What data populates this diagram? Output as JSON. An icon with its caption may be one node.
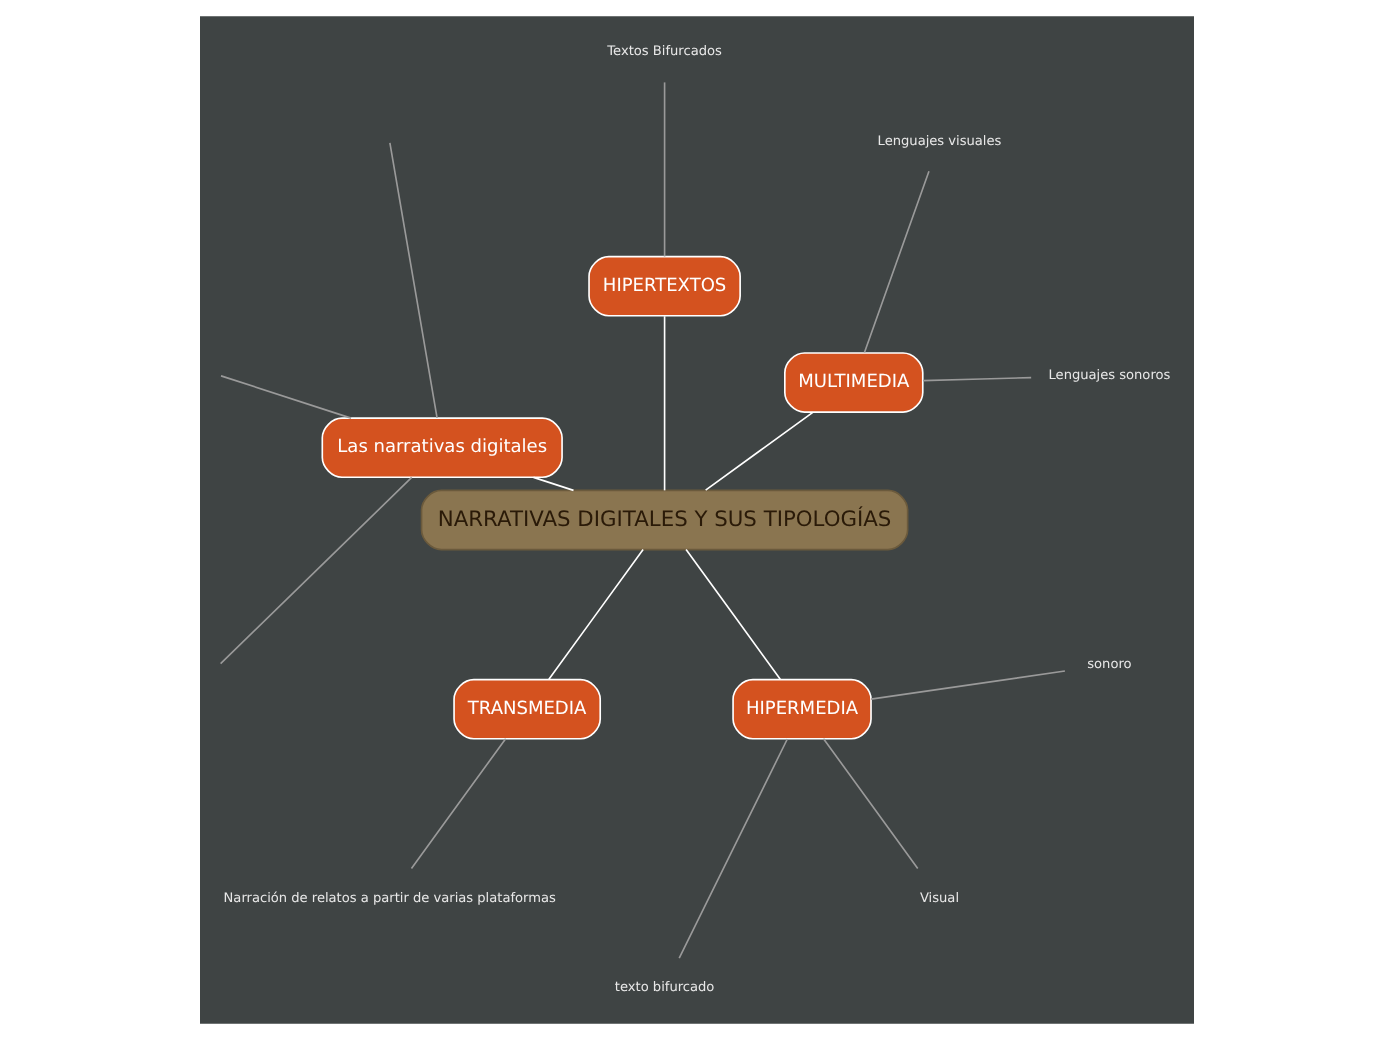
{
  "diagram": {
    "nodes": [
      {
        "text": [
          "NARRATIVAS DIGITALES Y SUS TIPOLOGÍAS"
        ]
      },
      {
        "text": [
          "MULTIMEDIA"
        ]
      },
      {
        "text": [
          "Lenguajes sonoros"
        ]
      },
      {
        "text": [
          "Lenguajes visuales"
        ]
      },
      {
        "text": [
          "HIPERTEXTOS"
        ]
      },
      {
        "text": [
          "Textos Bifurcados"
        ]
      },
      {
        "text": [
          "Las narrativas digitales"
        ]
      },
      {
        "text": [
          "TRANSMEDIA"
        ]
      },
      {
        "text": [
          "Narración de relatos a partir de varias plataformas"
        ]
      },
      {
        "text": [
          "HIPERMEDIA"
        ]
      },
      {
        "text": [
          "texto bifurcado"
        ]
      },
      {
        "text": [
          "Visual"
        ]
      },
      {
        "text": [
          "sonoro"
        ]
      }
    ],
    "edges": [
      {
        "from": 0,
        "to": 1,
        "arrow": "none",
        "color": "#ffffff"
      },
      {
        "from": 1,
        "to": 2,
        "arrow": "none"
      },
      {
        "from": 1,
        "to": 3,
        "arrow": "none"
      },
      {
        "from": 0,
        "to": 4,
        "arrow": "none",
        "color": "#ffffff"
      },
      {
        "from": 4,
        "to": 5,
        "arrow": "none"
      },
      {
        "from": 0,
        "to": 6,
        "arrow": "none",
        "color": "#ffffff"
      },
      {
        "from": 6,
        "to": null,
        "arrow": "none"
      },
      {
        "from": 6,
        "to": null,
        "arrow": "none"
      },
      {
        "from": 6,
        "to": null,
        "arrow": "none"
      },
      {
        "from": 0,
        "to": 7,
        "arrow": "none",
        "color": "#ffffff"
      },
      {
        "from": 7,
        "to": 8,
        "arrow": "none"
      },
      {
        "from": 0,
        "to": 9,
        "arrow": "none",
        "color": "#ffffff"
      },
      {
        "from": 9,
        "to": 10,
        "arrow": "none"
      },
      {
        "from": 9,
        "to": 11,
        "arrow": "none"
      },
      {
        "from": 9,
        "to": 12,
        "arrow": "none"
      }
    ]
  }
}
